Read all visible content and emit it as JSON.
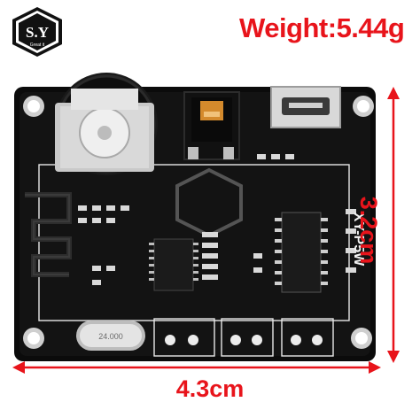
{
  "labels": {
    "weight": "Weight:5.44g",
    "width": "4.3cm",
    "height": "3.2cm"
  },
  "board": {
    "model_marking": "XY-P5W",
    "crystal_marking": "24.000"
  },
  "logo": {
    "letters": "S.Y",
    "tagline": "Great it"
  },
  "colors": {
    "accent_red": "#e8141b",
    "pcb_black": "#0b0b0b",
    "silkscreen": "#f2f2f2"
  }
}
